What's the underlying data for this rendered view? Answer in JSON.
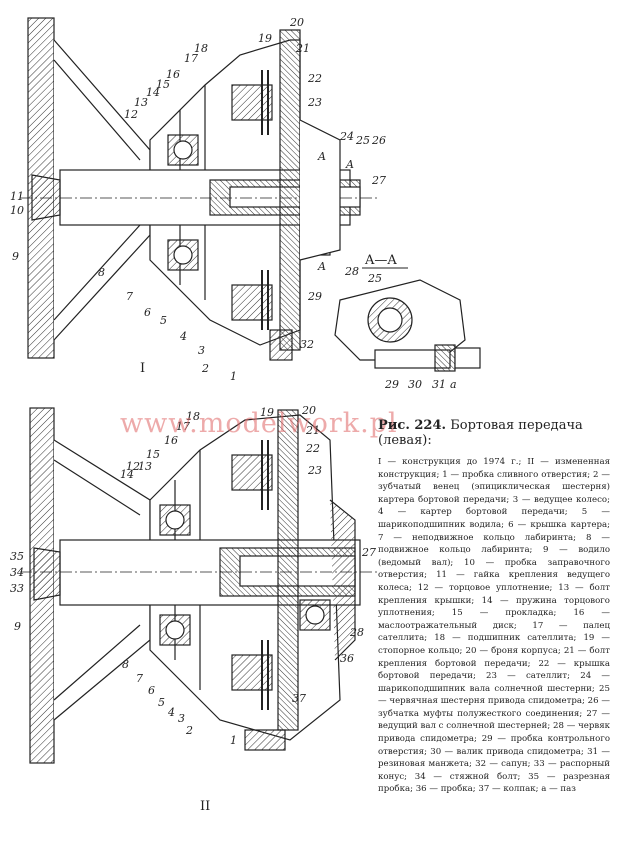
{
  "watermark": "www.modelwork.pl",
  "figure": {
    "number": "Рис. 224.",
    "title": "Бортовая передача (левая):",
    "legend": "I — конструкция до 1974 г.; II — измененная конструкция; 1 — пробка сливного отверстия; 2 — зубчатый венец (эпициклическая шестерня) картера бортовой передачи; 3 — ведущее колесо; 4 — картер бортовой передачи; 5 — шарикоподшипник водила; 6 — крышка картера; 7 — неподвижное кольцо лабиринта; 8 — подвижное кольцо лабиринта; 9 — водило (ведомый вал); 10 — пробка заправочного отверстия; 11 — гайка крепления ведущего колеса; 12 — торцовое уплотнение; 13 — болт крепления крышки; 14 — пружина торцового уплотнения; 15 — прокладка; 16 — маслоотражательный диск; 17 — палец сателлита; 18 — подшипник сателлита; 19 — стопорное кольцо; 20 — броня корпуса; 21 — болт крепления бортовой передачи; 22 — крышка бортовой передачи; 23 — сателлит; 24 — шарикоподшипник вала солнечной шестерни; 25 — червячная шестерня привода спидометра; 26 — зубчатка муфты полужесткого соединения; 27 — ведущий вал с солнечной шестерней; 28 — червяк привода спидометра; 29 — пробка контрольного отверстия; 30 — валик привода спидометра; 31 — резиновая манжета; 32 — сапун; 33 — распорный конус; 34 — стяжной болт; 35 — разрезная пробка; 36 — пробка; 37 — колпак; а — паз"
  },
  "top_view": {
    "roman": "I",
    "section_label": "A—A",
    "labels": [
      "20",
      "21",
      "19",
      "18",
      "17",
      "16",
      "15",
      "14",
      "13",
      "12",
      "22",
      "23",
      "24",
      "25",
      "26",
      "27",
      "11",
      "10",
      "9",
      "8",
      "7",
      "6",
      "5",
      "4",
      "3",
      "2",
      "1",
      "28",
      "29",
      "32",
      "A",
      "A",
      "A"
    ],
    "inset_labels": [
      "25",
      "29",
      "30",
      "31",
      "a"
    ]
  },
  "bottom_view": {
    "roman": "II",
    "labels": [
      "20",
      "21",
      "19",
      "18",
      "22",
      "23",
      "17",
      "16",
      "15",
      "14",
      "13",
      "12",
      "35",
      "34",
      "33",
      "9",
      "27",
      "28",
      "36",
      "37",
      "8",
      "7",
      "6",
      "5",
      "4",
      "3",
      "2",
      "1"
    ]
  }
}
